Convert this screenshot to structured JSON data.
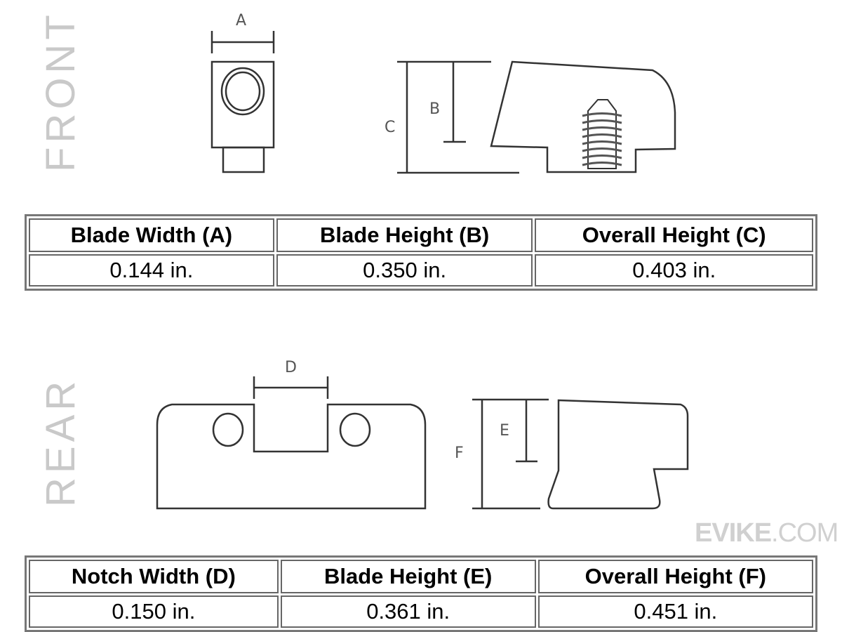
{
  "front": {
    "side_label": "FRONT",
    "dim_labels": {
      "a": "A",
      "b": "B",
      "c": "C"
    },
    "table": {
      "headers": [
        "Blade Width (A)",
        "Blade Height (B)",
        "Overall Height (C)"
      ],
      "values": [
        "0.144 in.",
        "0.350 in.",
        "0.403 in."
      ]
    }
  },
  "rear": {
    "side_label": "REAR",
    "dim_labels": {
      "d": "D",
      "e": "E",
      "f": "F"
    },
    "table": {
      "headers": [
        "Notch Width (D)",
        "Blade Height (E)",
        "Overall Height (F)"
      ],
      "values": [
        "0.150 in.",
        "0.361 in.",
        "0.451 in."
      ]
    }
  },
  "watermark": {
    "brand": "EVIKE",
    "suffix": ".COM"
  }
}
